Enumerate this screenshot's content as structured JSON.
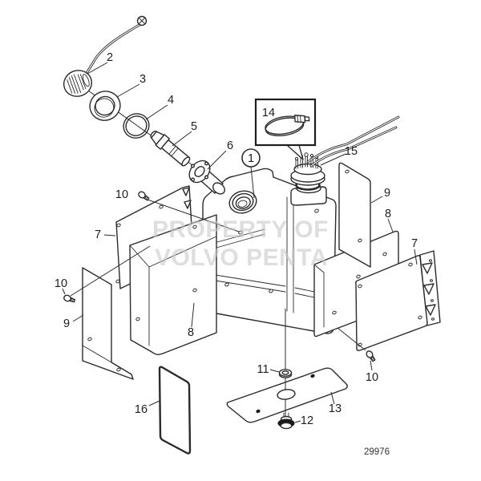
{
  "figure": {
    "drawing_number": "29976",
    "watermark_line1": "PROPERTY OF",
    "watermark_line2": "VOLVO PENTA"
  },
  "callouts": {
    "n1": "1",
    "n2": "2",
    "n3": "3",
    "n4": "4",
    "n5": "5",
    "n6": "6",
    "n7_left": "7",
    "n7_right": "7",
    "n8_left": "8",
    "n8_right": "8",
    "n9_left": "9",
    "n9_right": "9",
    "n10_top": "10",
    "n10_left": "10",
    "n10_right": "10",
    "n11": "11",
    "n12": "12",
    "n13": "13",
    "n14": "14",
    "n15": "15",
    "n16": "16"
  }
}
